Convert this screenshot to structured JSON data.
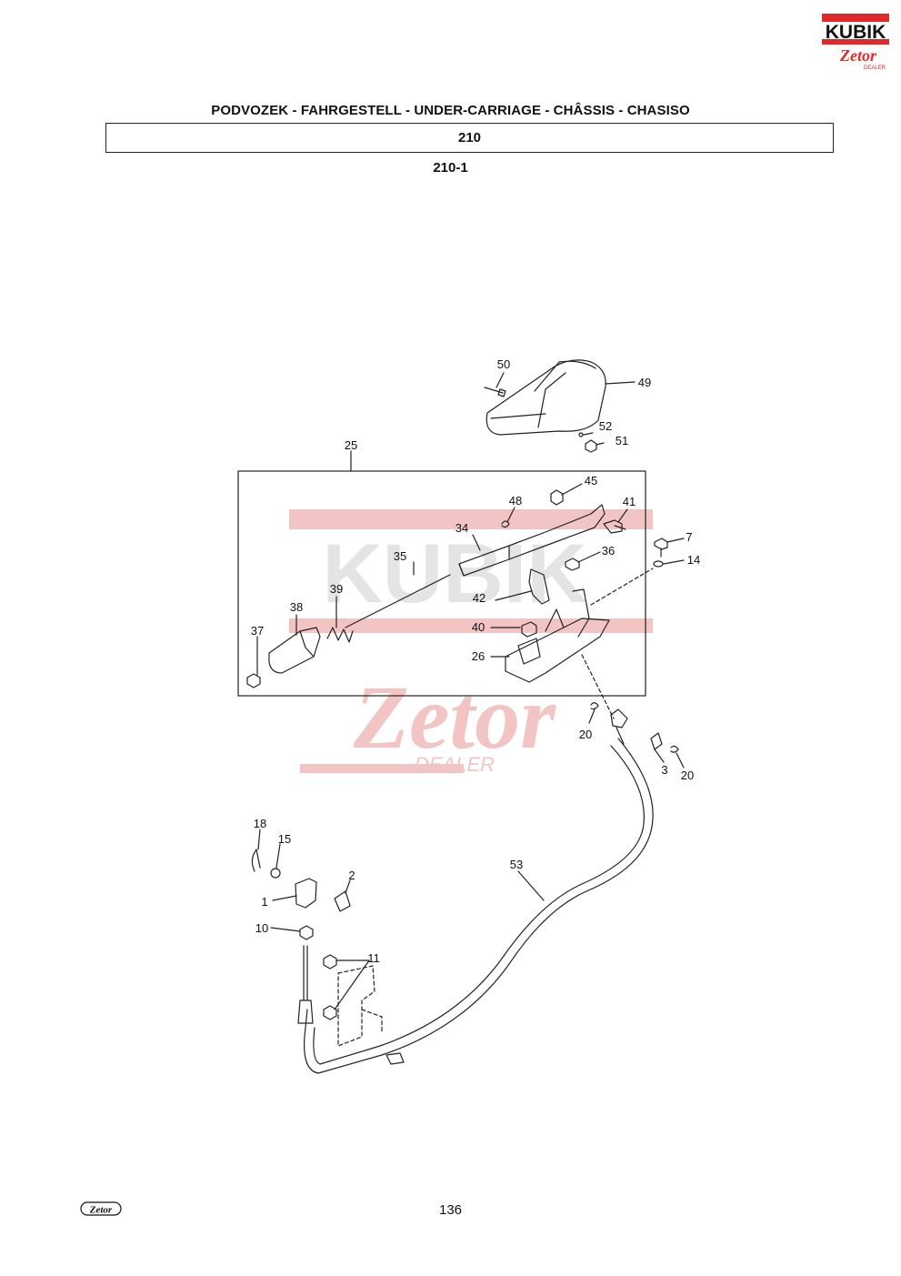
{
  "header": {
    "title": "PODVOZEK - FAHRGESTELL - UNDER-CARRIAGE - CHÂSSIS - CHASISO",
    "group": "210",
    "subgroup": "210-1"
  },
  "logos": {
    "kubik_text": "KUBIK",
    "zetor_text": "Zetor",
    "dealer_text": "DEALER",
    "footer_logo_text": "Zetor"
  },
  "watermark": {
    "kubik": "KUBIK",
    "zetor": "Zetor",
    "dealer": "DEALER"
  },
  "diagram": {
    "callouts": [
      "50",
      "49",
      "52",
      "51",
      "25",
      "45",
      "48",
      "41",
      "34",
      "36",
      "35",
      "7",
      "14",
      "39",
      "42",
      "38",
      "37",
      "40",
      "26",
      "20",
      "3",
      "20",
      "18",
      "15",
      "53",
      "2",
      "1",
      "10",
      "11"
    ]
  },
  "footer": {
    "page_number": "136"
  },
  "colors": {
    "brand_red": "#e02a2a",
    "ink": "#111111",
    "watermark_red": "#f3c4c4",
    "watermark_gray": "#e4e4e4"
  }
}
